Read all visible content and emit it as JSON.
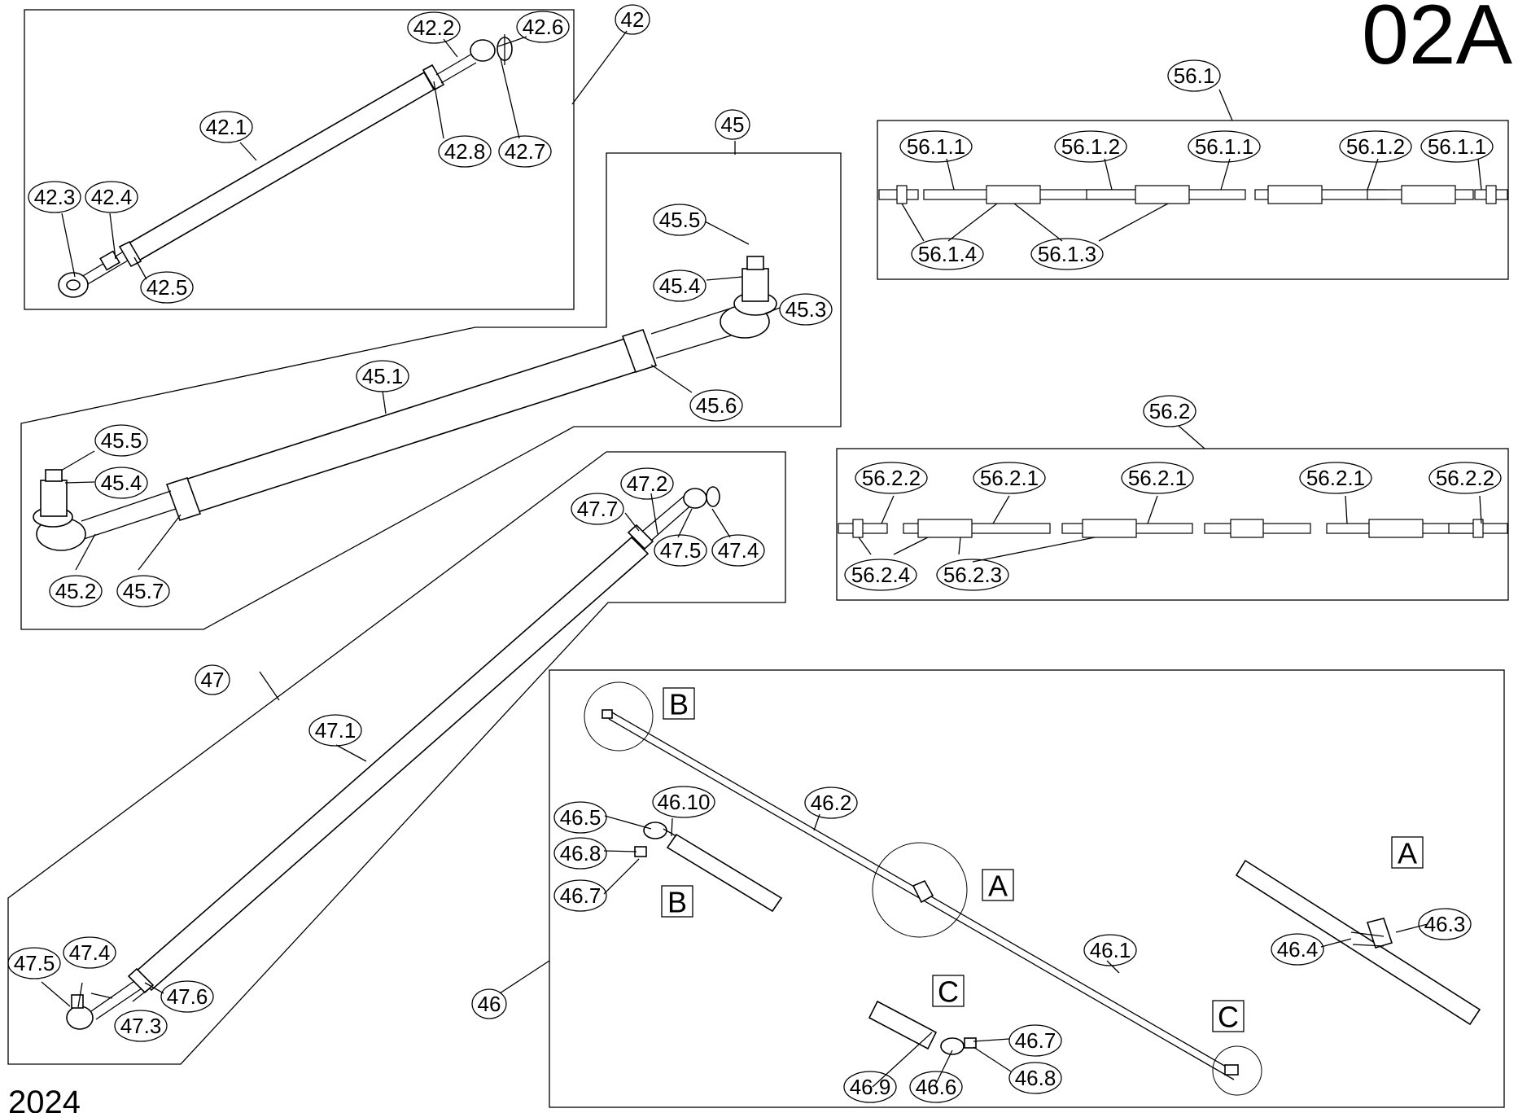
{
  "page_code": "02A",
  "footer_text": "2024",
  "callouts": [
    "42",
    "42.1",
    "42.2",
    "42.3",
    "42.4",
    "42.5",
    "42.6",
    "42.7",
    "42.8",
    "45",
    "45.1",
    "45.2",
    "45.3",
    "45.4",
    "45.5",
    "45.5",
    "45.4",
    "45.6",
    "45.7",
    "47",
    "47.1",
    "47.2",
    "47.3",
    "47.4",
    "47.5",
    "47.6",
    "47.7",
    "47.5",
    "47.4",
    "46",
    "46.1",
    "46.2",
    "46.3",
    "46.4",
    "46.5",
    "46.6",
    "46.7",
    "46.7",
    "46.8",
    "46.8",
    "46.9",
    "46.10",
    "56.1",
    "56.1.1",
    "56.1.2",
    "56.1.1",
    "56.1.2",
    "56.1.1",
    "56.1.3",
    "56.1.4",
    "56.2",
    "56.2.1",
    "56.2.1",
    "56.2.1",
    "56.2.2",
    "56.2.2",
    "56.2.3",
    "56.2.4"
  ],
  "detail_labels": [
    "B",
    "A",
    "B",
    "A",
    "C",
    "C"
  ]
}
